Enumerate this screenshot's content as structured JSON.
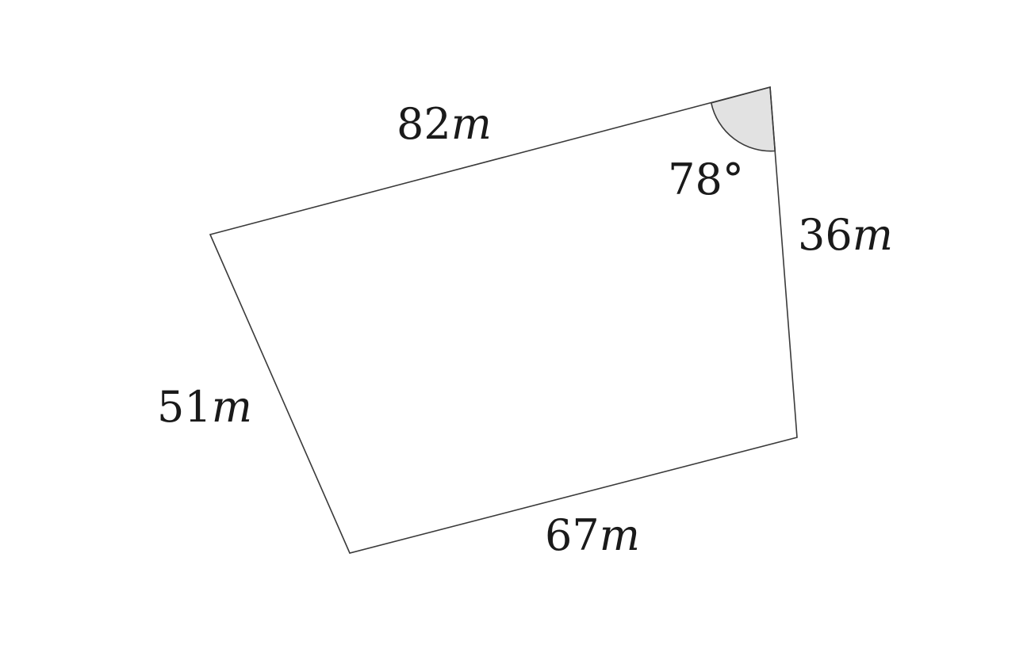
{
  "figure": {
    "shape": "quadrilateral",
    "sides": [
      {
        "name": "top",
        "value": "82",
        "unit": "m"
      },
      {
        "name": "right",
        "value": "36",
        "unit": "m"
      },
      {
        "name": "bottom",
        "value": "67",
        "unit": "m"
      },
      {
        "name": "left",
        "value": "51",
        "unit": "m"
      }
    ],
    "angle": {
      "vertex": "top-right",
      "label": "78°"
    },
    "colors": {
      "stroke": "#3a3a3a",
      "angle_fill": "#e2e2e2",
      "text": "#1a1a1a"
    }
  }
}
